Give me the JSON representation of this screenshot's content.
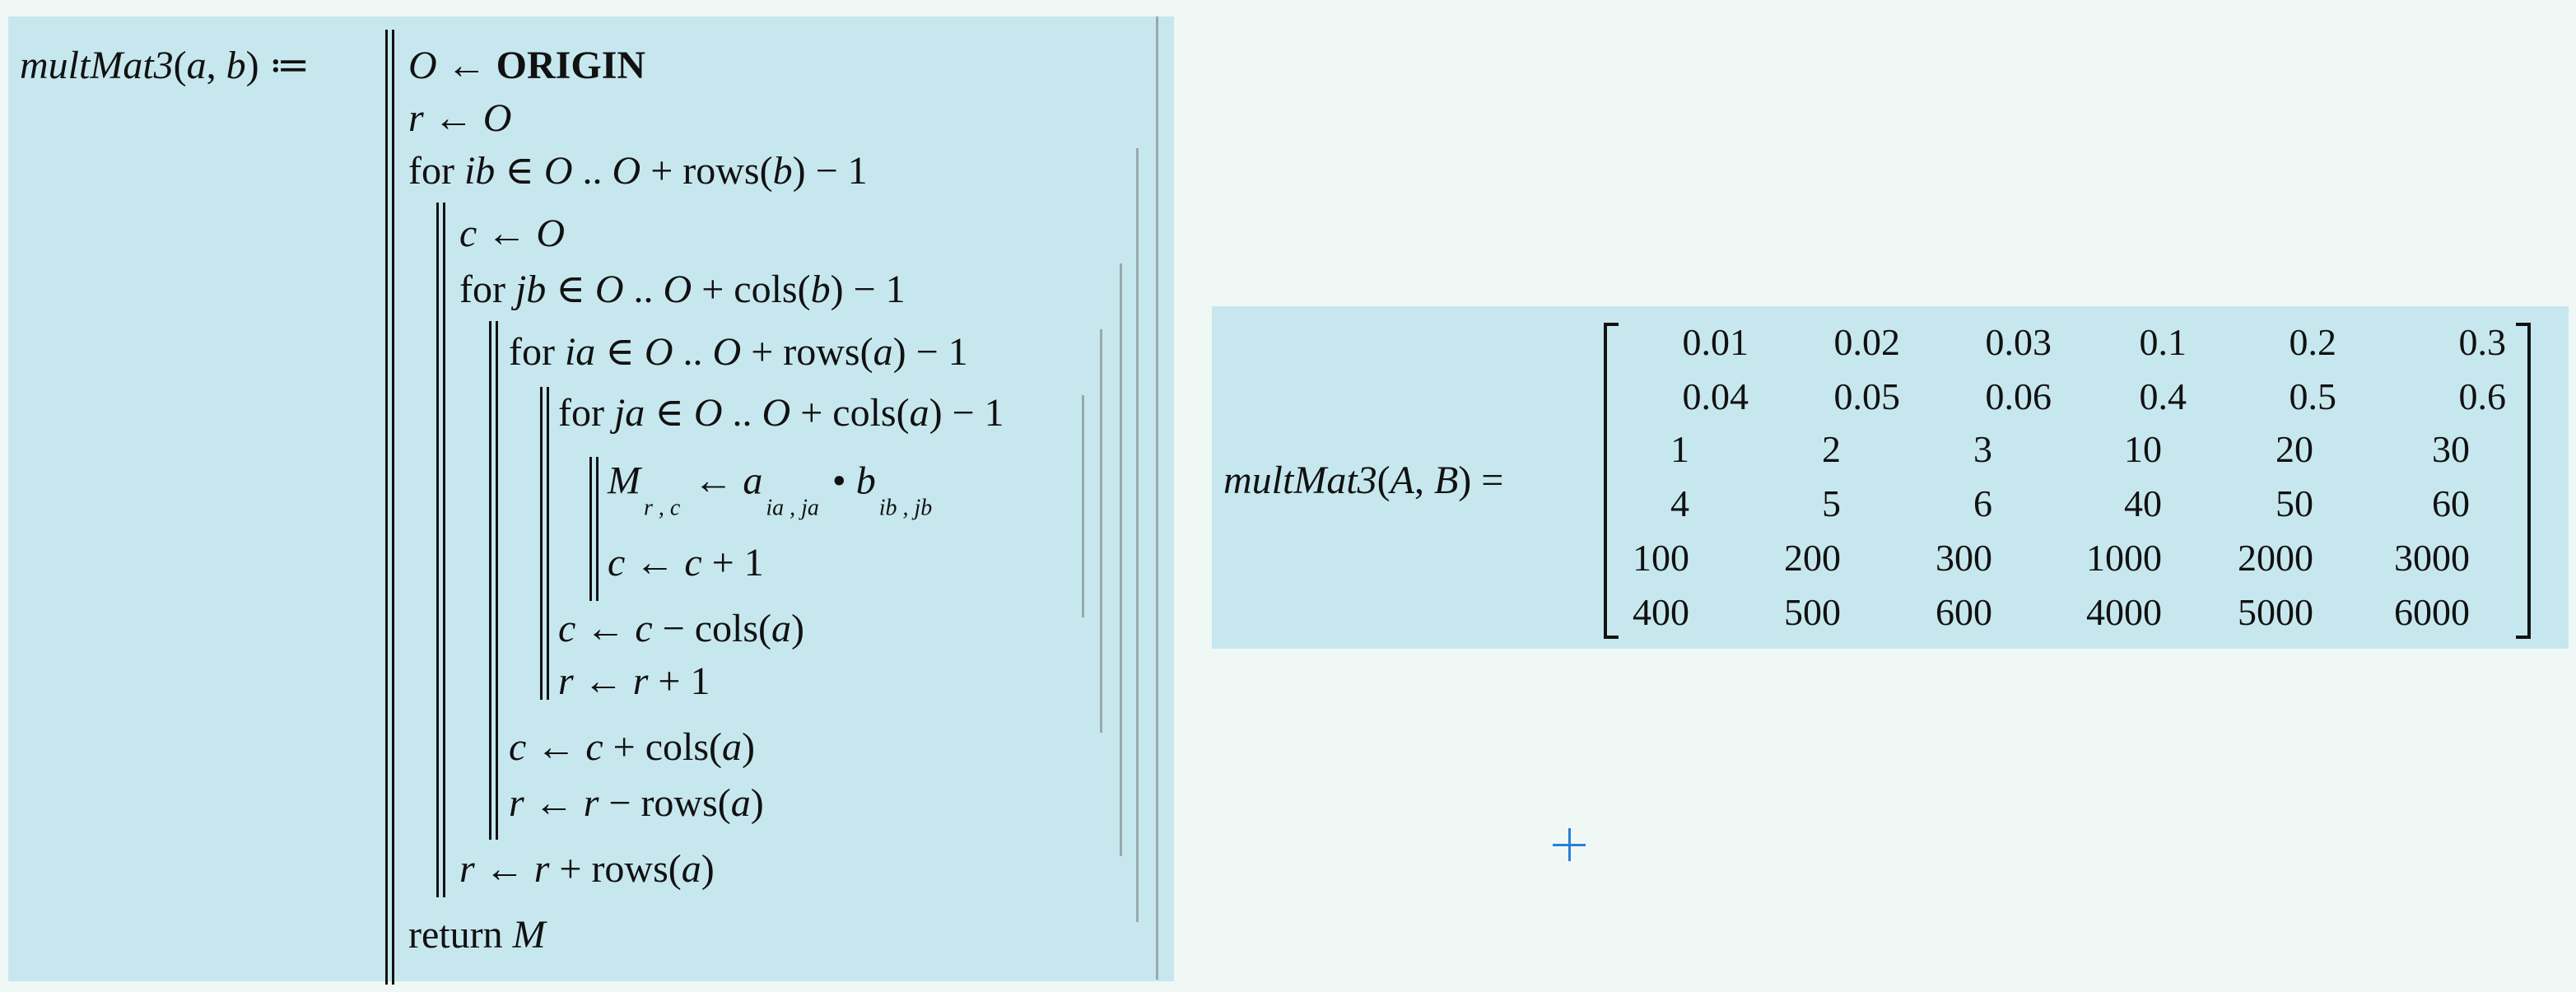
{
  "colors": {
    "region_bg": "#c7e7ee",
    "page_bg": "#eff8f4",
    "cursor": "#2a7fd4"
  },
  "definition": {
    "header": [
      {
        "t": "multMat3",
        "k": "i"
      },
      {
        "t": "(",
        "k": "r"
      },
      {
        "t": "a",
        "k": "i"
      },
      {
        "t": ", ",
        "k": "r"
      },
      {
        "t": "b",
        "k": "i"
      },
      {
        "t": ")",
        "k": "r"
      },
      {
        "t": " ≔",
        "k": "r"
      }
    ],
    "lines": [
      {
        "level": 0,
        "parts": [
          {
            "t": "O",
            "k": "i"
          },
          {
            "t": " ← ",
            "k": "r"
          },
          {
            "t": "ORIGIN",
            "k": "b"
          }
        ]
      },
      {
        "level": 0,
        "parts": [
          {
            "t": "r",
            "k": "i"
          },
          {
            "t": " ← ",
            "k": "r"
          },
          {
            "t": "O",
            "k": "i"
          }
        ]
      },
      {
        "level": 0,
        "parts": [
          {
            "t": "for ",
            "k": "r"
          },
          {
            "t": "ib",
            "k": "i"
          },
          {
            "t": " ∈ ",
            "k": "r"
          },
          {
            "t": "O",
            "k": "i"
          },
          {
            "t": " .. ",
            "k": "r"
          },
          {
            "t": "O",
            "k": "i"
          },
          {
            "t": " + rows(",
            "k": "r"
          },
          {
            "t": "b",
            "k": "i"
          },
          {
            "t": ") − 1",
            "k": "r"
          }
        ]
      },
      {
        "level": 1,
        "parts": [
          {
            "t": "c",
            "k": "i"
          },
          {
            "t": " ← ",
            "k": "r"
          },
          {
            "t": "O",
            "k": "i"
          }
        ]
      },
      {
        "level": 1,
        "parts": [
          {
            "t": "for ",
            "k": "r"
          },
          {
            "t": "jb",
            "k": "i"
          },
          {
            "t": " ∈ ",
            "k": "r"
          },
          {
            "t": "O",
            "k": "i"
          },
          {
            "t": " .. ",
            "k": "r"
          },
          {
            "t": "O",
            "k": "i"
          },
          {
            "t": " + cols(",
            "k": "r"
          },
          {
            "t": "b",
            "k": "i"
          },
          {
            "t": ") − 1",
            "k": "r"
          }
        ]
      },
      {
        "level": 2,
        "parts": [
          {
            "t": "for ",
            "k": "r"
          },
          {
            "t": "ia",
            "k": "i"
          },
          {
            "t": " ∈ ",
            "k": "r"
          },
          {
            "t": "O",
            "k": "i"
          },
          {
            "t": " .. ",
            "k": "r"
          },
          {
            "t": "O",
            "k": "i"
          },
          {
            "t": " + rows(",
            "k": "r"
          },
          {
            "t": "a",
            "k": "i"
          },
          {
            "t": ") − 1",
            "k": "r"
          }
        ]
      },
      {
        "level": 3,
        "parts": [
          {
            "t": "for ",
            "k": "r"
          },
          {
            "t": "ja",
            "k": "i"
          },
          {
            "t": " ∈ ",
            "k": "r"
          },
          {
            "t": "O",
            "k": "i"
          },
          {
            "t": " .. ",
            "k": "r"
          },
          {
            "t": "O",
            "k": "i"
          },
          {
            "t": " + cols(",
            "k": "r"
          },
          {
            "t": "a",
            "k": "i"
          },
          {
            "t": ") − 1",
            "k": "r"
          }
        ]
      },
      {
        "level": 4,
        "parts": [
          {
            "t": "M",
            "k": "i"
          },
          {
            "t": "r , c",
            "k": "sub"
          },
          {
            "t": " ← ",
            "k": "r"
          },
          {
            "t": "a",
            "k": "i"
          },
          {
            "t": "ia , ja",
            "k": "sub"
          },
          {
            "t": " • ",
            "k": "r"
          },
          {
            "t": "b",
            "k": "i"
          },
          {
            "t": "ib , jb",
            "k": "sub"
          }
        ]
      },
      {
        "level": 4,
        "parts": [
          {
            "t": "c",
            "k": "i"
          },
          {
            "t": " ← ",
            "k": "r"
          },
          {
            "t": "c",
            "k": "i"
          },
          {
            "t": " + 1",
            "k": "r"
          }
        ]
      },
      {
        "level": 3,
        "parts": [
          {
            "t": "c",
            "k": "i"
          },
          {
            "t": " ← ",
            "k": "r"
          },
          {
            "t": "c",
            "k": "i"
          },
          {
            "t": " − cols(",
            "k": "r"
          },
          {
            "t": "a",
            "k": "i"
          },
          {
            "t": ")",
            "k": "r"
          }
        ]
      },
      {
        "level": 3,
        "parts": [
          {
            "t": "r",
            "k": "i"
          },
          {
            "t": " ← ",
            "k": "r"
          },
          {
            "t": "r",
            "k": "i"
          },
          {
            "t": " + 1",
            "k": "r"
          }
        ]
      },
      {
        "level": 2,
        "parts": [
          {
            "t": "c",
            "k": "i"
          },
          {
            "t": " ← ",
            "k": "r"
          },
          {
            "t": "c",
            "k": "i"
          },
          {
            "t": " + cols(",
            "k": "r"
          },
          {
            "t": "a",
            "k": "i"
          },
          {
            "t": ")",
            "k": "r"
          }
        ]
      },
      {
        "level": 2,
        "parts": [
          {
            "t": "r",
            "k": "i"
          },
          {
            "t": " ← ",
            "k": "r"
          },
          {
            "t": "r",
            "k": "i"
          },
          {
            "t": " − rows(",
            "k": "r"
          },
          {
            "t": "a",
            "k": "i"
          },
          {
            "t": ")",
            "k": "r"
          }
        ]
      },
      {
        "level": 1,
        "parts": [
          {
            "t": "r",
            "k": "i"
          },
          {
            "t": " ← ",
            "k": "r"
          },
          {
            "t": "r",
            "k": "i"
          },
          {
            "t": " + rows(",
            "k": "r"
          },
          {
            "t": "a",
            "k": "i"
          },
          {
            "t": ")",
            "k": "r"
          }
        ]
      },
      {
        "level": 0,
        "parts": [
          {
            "t": "return ",
            "k": "r"
          },
          {
            "t": "M",
            "k": "i"
          }
        ]
      }
    ]
  },
  "evaluation": {
    "label": [
      {
        "t": "multMat3",
        "k": "i"
      },
      {
        "t": "(",
        "k": "r"
      },
      {
        "t": "A",
        "k": "i"
      },
      {
        "t": ", ",
        "k": "r"
      },
      {
        "t": "B",
        "k": "i"
      },
      {
        "t": ")",
        "k": "r"
      },
      {
        "t": " =",
        "k": "r"
      }
    ],
    "matrix": [
      [
        "0.01",
        "0.02",
        "0.03",
        "0.1",
        "0.2",
        "0.3"
      ],
      [
        "0.04",
        "0.05",
        "0.06",
        "0.4",
        "0.5",
        "0.6"
      ],
      [
        "1",
        "2",
        "3",
        "10",
        "20",
        "30"
      ],
      [
        "4",
        "5",
        "6",
        "40",
        "50",
        "60"
      ],
      [
        "100",
        "200",
        "300",
        "1000",
        "2000",
        "3000"
      ],
      [
        "400",
        "500",
        "600",
        "4000",
        "5000",
        "6000"
      ]
    ]
  }
}
